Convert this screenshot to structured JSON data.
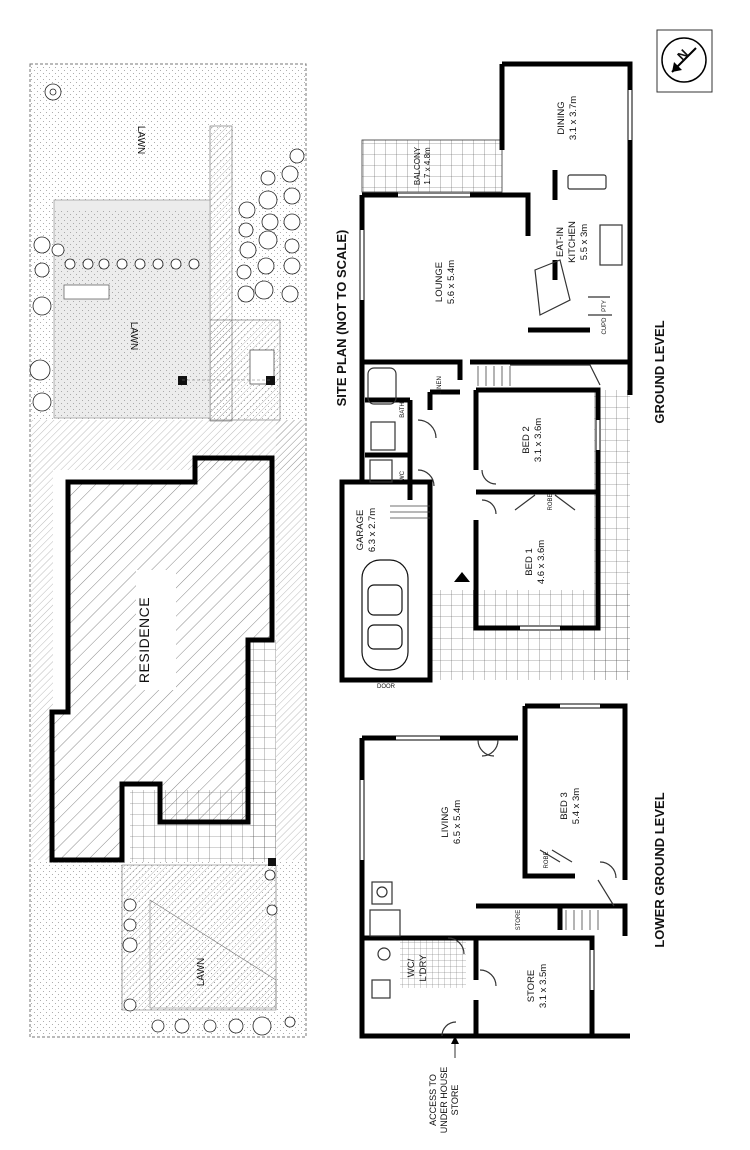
{
  "site_plan": {
    "title": "SITE PLAN (NOT TO SCALE)",
    "residence_label": "RESIDENCE",
    "lawn_labels": [
      "LAWN",
      "LAWN",
      "LAWN"
    ]
  },
  "ground_level": {
    "title": "GROUND LEVEL",
    "rooms": {
      "dining": {
        "name": "DINING",
        "size": "3.1 x 3.7m"
      },
      "balcony": {
        "name": "BALCONY",
        "size": "1.7 x 4.8m"
      },
      "kitchen": {
        "name_line1": "EAT-IN",
        "name_line2": "KITCHEN",
        "size": "5.5 x 3m"
      },
      "lounge": {
        "name": "LOUNGE",
        "size": "5.6 x 5.4m"
      },
      "bed2": {
        "name": "BED 2",
        "size": "3.1 x 3.6m"
      },
      "bed1": {
        "name": "BED 1",
        "size": "4.6 x 3.6m"
      },
      "garage": {
        "name": "GARAGE",
        "size": "6.3 x 2.7m"
      }
    },
    "fixtures": {
      "linen": "LINEN",
      "bath": "BATH",
      "wc": "WC",
      "robe": "ROBE",
      "pty": "PTY",
      "cupd": "CUPD",
      "door": "DOOR"
    }
  },
  "lower_ground_level": {
    "title": "LOWER GROUND LEVEL",
    "rooms": {
      "living": {
        "name": "LIVING",
        "size": "6.5 x 5.4m"
      },
      "bed3": {
        "name": "BED 3",
        "size": "5.4 x 3m"
      },
      "wc_ldry": {
        "name_line1": "WC/",
        "name_line2": "L'DRY"
      },
      "store": {
        "name": "STORE",
        "size": "3.1 x 3.5m"
      }
    },
    "fixtures": {
      "robe": "ROBE",
      "store_small": "STORE"
    },
    "access_note": [
      "ACCESS TO",
      "UNDER HOUSE",
      "STORE"
    ]
  },
  "compass": {
    "letter": "N",
    "icon": "north-arrow-icon"
  }
}
